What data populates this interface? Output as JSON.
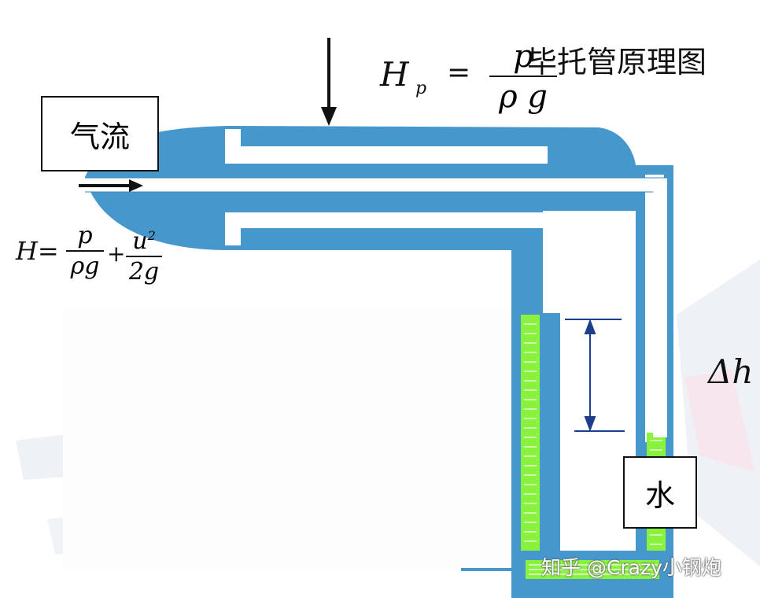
{
  "title": "毕托管原理图",
  "formula_hp": {
    "lhs": "H",
    "lhs_sub": "p",
    "eq": "=",
    "num": "p",
    "den": "ρ g"
  },
  "formula_h": {
    "lhs": "H",
    "eq": "=",
    "t1_num": "p",
    "t1_den": "ρg",
    "plus": "+",
    "t2_num": "u",
    "t2_exp": "2",
    "t2_den": "2g"
  },
  "labels": {
    "airflow": "气流",
    "water": "水",
    "delta_h": "Δh"
  },
  "watermark": "知乎 @Crazy小钢炮",
  "colors": {
    "pipe": "#4698cc",
    "water_fill": "#88f23c",
    "dimension": "#1c3f8c",
    "background": "#ffffff"
  }
}
